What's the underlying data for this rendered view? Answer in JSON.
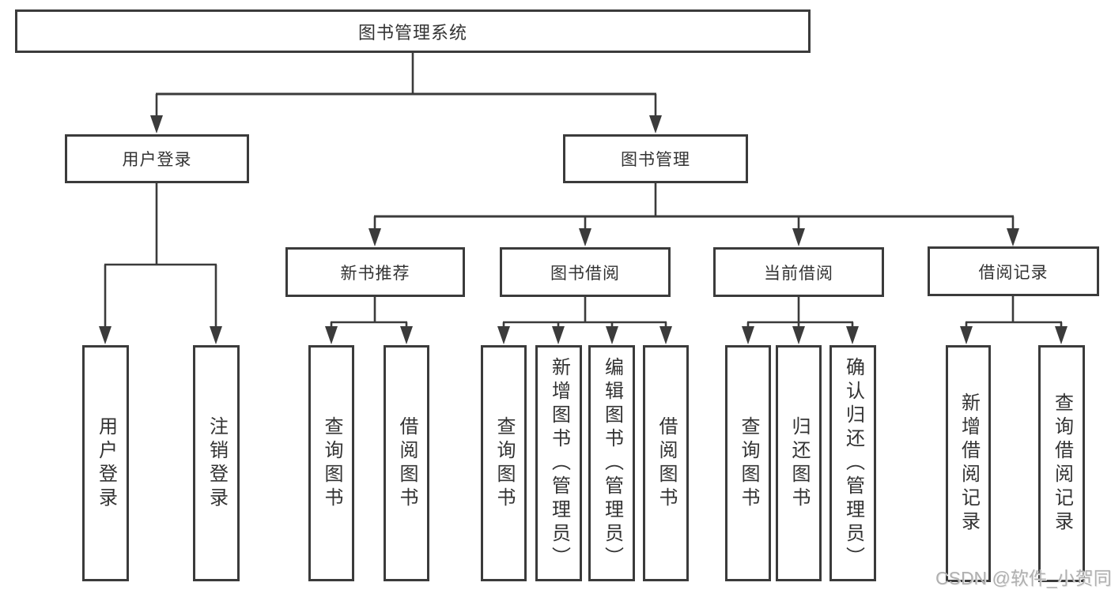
{
  "diagram": {
    "root_label": "图书管理系统",
    "nodes": {
      "user_login": "用户登录",
      "book_mgmt": "图书管理",
      "new_book_rec": "新书推荐",
      "book_borrow": "图书借阅",
      "current_borrow": "当前借阅",
      "borrow_record": "借阅记录"
    },
    "leaves": {
      "login": "用户登录",
      "logout": "注销登录",
      "rec_query_book": "查询图书",
      "rec_borrow_book": "借阅图书",
      "bor_query_book": "查询图书",
      "bor_add_book": "新增图书（管理员）",
      "bor_edit_book": "编辑图书（管理员）",
      "bor_borrow_book": "借阅图书",
      "cur_query_book": "查询图书",
      "cur_return_book": "归还图书",
      "cur_confirm_return": "确认归还（管理员）",
      "record_add": "新增借阅记录",
      "record_query": "查询借阅记录"
    }
  },
  "watermark": "CSDN @软件_小贺同学",
  "colors": {
    "line": "#3b3b3b",
    "text": "#333333",
    "background": "#ffffff",
    "watermark": "#b0b0b0"
  }
}
